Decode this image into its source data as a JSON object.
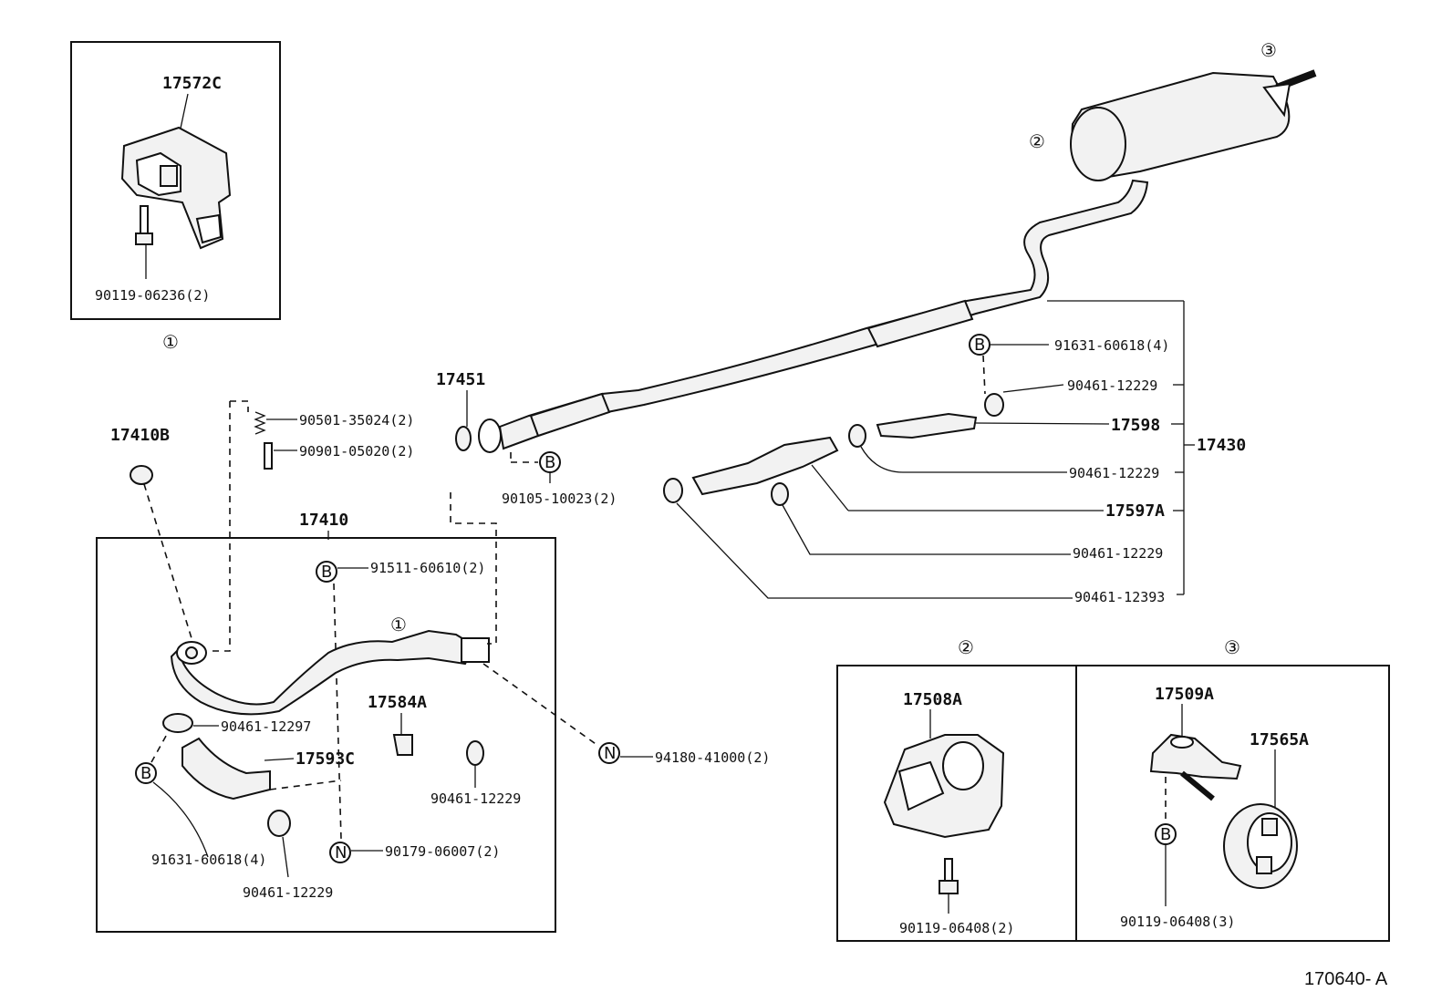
{
  "diagram_ref": "170640- A",
  "circles": {
    "one": "①",
    "two": "②",
    "three": "③"
  },
  "tags": {
    "b": "B",
    "n": "N"
  },
  "inset1": {
    "marker": "①",
    "part_bracket": "17572C",
    "bolt": "90119-06236(2)"
  },
  "front_pipe": {
    "main": "17410",
    "gasket": "17410B",
    "spring": "90501-35024(2)",
    "bolt": "90901-05020(2)",
    "bolt_b": "91511-60610(2)",
    "marker": "①",
    "clamp": "90461-12297",
    "clip": "17584A",
    "clip2": "90461-12229",
    "insulator": "17593C",
    "nut_n1": "94180-41000(2)",
    "nut_n2": "90179-06007(2)",
    "bolt_b2": "91631-60618(4)",
    "clamp2": "90461-12229"
  },
  "center_pipe": {
    "gasket": "17451",
    "bolt": "90105-10023(2)",
    "assembly": "17430",
    "bolt_b": "91631-60618(4)",
    "clamp_a": "90461-12229",
    "insulator_a": "17598",
    "clamp_b": "90461-12229",
    "insulator_b": "17597A",
    "clamp_c": "90461-12229",
    "clamp_d": "90461-12393"
  },
  "muffler": {
    "marker2": "②",
    "marker3": "③"
  },
  "inset2": {
    "marker": "②",
    "part": "17508A",
    "bolt": "90119-06408(2)"
  },
  "inset3": {
    "marker": "③",
    "part_bracket": "17509A",
    "part_hanger": "17565A",
    "bolt": "90119-06408(3)"
  }
}
